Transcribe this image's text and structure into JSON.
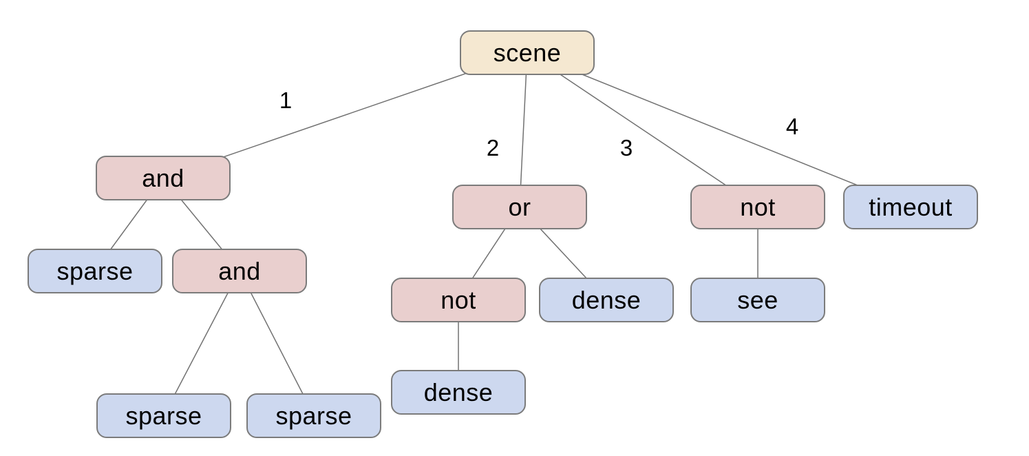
{
  "diagram": {
    "type": "tree",
    "description": "behavior tree rooted at scene with numbered child branches",
    "colors": {
      "root_fill": "#f5e8d1",
      "operator_fill": "#e9cfce",
      "leaf_fill": "#cdd8ef",
      "node_border": "#7b7b7b",
      "edge_line": "#717171",
      "text": "#000000",
      "background": "#ffffff"
    },
    "nodes": [
      {
        "id": "scene",
        "label": "scene",
        "kind": "root"
      },
      {
        "id": "and-1",
        "label": "and",
        "kind": "operator"
      },
      {
        "id": "or-1",
        "label": "or",
        "kind": "operator"
      },
      {
        "id": "not-1",
        "label": "not",
        "kind": "operator"
      },
      {
        "id": "timeout-1",
        "label": "timeout",
        "kind": "leaf"
      },
      {
        "id": "sparse-1",
        "label": "sparse",
        "kind": "leaf"
      },
      {
        "id": "and-2",
        "label": "and",
        "kind": "operator"
      },
      {
        "id": "not-2",
        "label": "not",
        "kind": "operator"
      },
      {
        "id": "dense-1",
        "label": "dense",
        "kind": "leaf"
      },
      {
        "id": "see-1",
        "label": "see",
        "kind": "leaf"
      },
      {
        "id": "sparse-2",
        "label": "sparse",
        "kind": "leaf"
      },
      {
        "id": "sparse-3",
        "label": "sparse",
        "kind": "leaf"
      },
      {
        "id": "dense-2",
        "label": "dense",
        "kind": "leaf"
      }
    ],
    "edges": [
      {
        "from": "scene",
        "to": "and-1",
        "label": "1"
      },
      {
        "from": "scene",
        "to": "or-1",
        "label": "2"
      },
      {
        "from": "scene",
        "to": "not-1",
        "label": "3"
      },
      {
        "from": "scene",
        "to": "timeout-1",
        "label": "4"
      },
      {
        "from": "and-1",
        "to": "sparse-1"
      },
      {
        "from": "and-1",
        "to": "and-2"
      },
      {
        "from": "and-2",
        "to": "sparse-2"
      },
      {
        "from": "and-2",
        "to": "sparse-3"
      },
      {
        "from": "or-1",
        "to": "not-2"
      },
      {
        "from": "or-1",
        "to": "dense-1"
      },
      {
        "from": "not-2",
        "to": "dense-2"
      },
      {
        "from": "not-1",
        "to": "see-1"
      }
    ]
  }
}
